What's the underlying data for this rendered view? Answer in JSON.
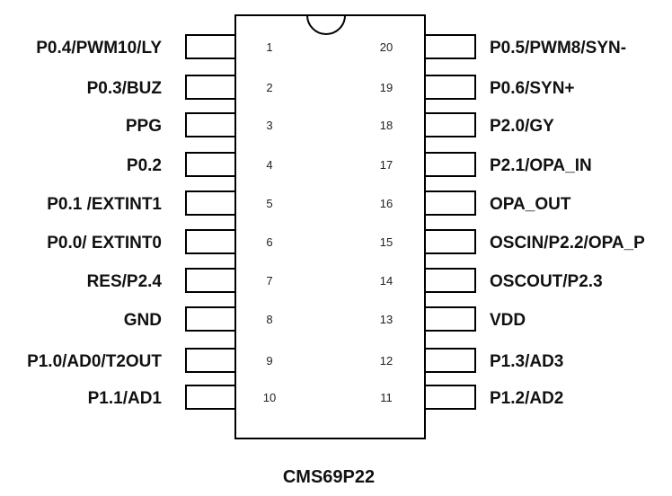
{
  "chip": {
    "name": "CMS69P22",
    "outline_color": "#000000",
    "text_color": "#111111"
  },
  "left_pins": [
    {
      "number": "1",
      "label": "P0.4/PWM10/LY"
    },
    {
      "number": "2",
      "label": "P0.3/BUZ"
    },
    {
      "number": "3",
      "label": "PPG"
    },
    {
      "number": "4",
      "label": "P0.2"
    },
    {
      "number": "5",
      "label": "P0.1 /EXTINT1"
    },
    {
      "number": "6",
      "label": "P0.0/ EXTINT0"
    },
    {
      "number": "7",
      "label": "RES/P2.4"
    },
    {
      "number": "8",
      "label": "GND"
    },
    {
      "number": "9",
      "label": "P1.0/AD0/T2OUT"
    },
    {
      "number": "10",
      "label": "P1.1/AD1"
    }
  ],
  "right_pins": [
    {
      "number": "20",
      "label": "P0.5/PWM8/SYN-"
    },
    {
      "number": "19",
      "label": "P0.6/SYN+"
    },
    {
      "number": "18",
      "label": "P2.0/GY"
    },
    {
      "number": "17",
      "label": "P2.1/OPA_IN"
    },
    {
      "number": "16",
      "label": "OPA_OUT"
    },
    {
      "number": "15",
      "label": "OSCIN/P2.2/OPA_P"
    },
    {
      "number": "14",
      "label": "OSCOUT/P2.3"
    },
    {
      "number": "13",
      "label": "VDD"
    },
    {
      "number": "12",
      "label": "P1.3/AD3"
    },
    {
      "number": "11",
      "label": "P1.2/AD2"
    }
  ]
}
